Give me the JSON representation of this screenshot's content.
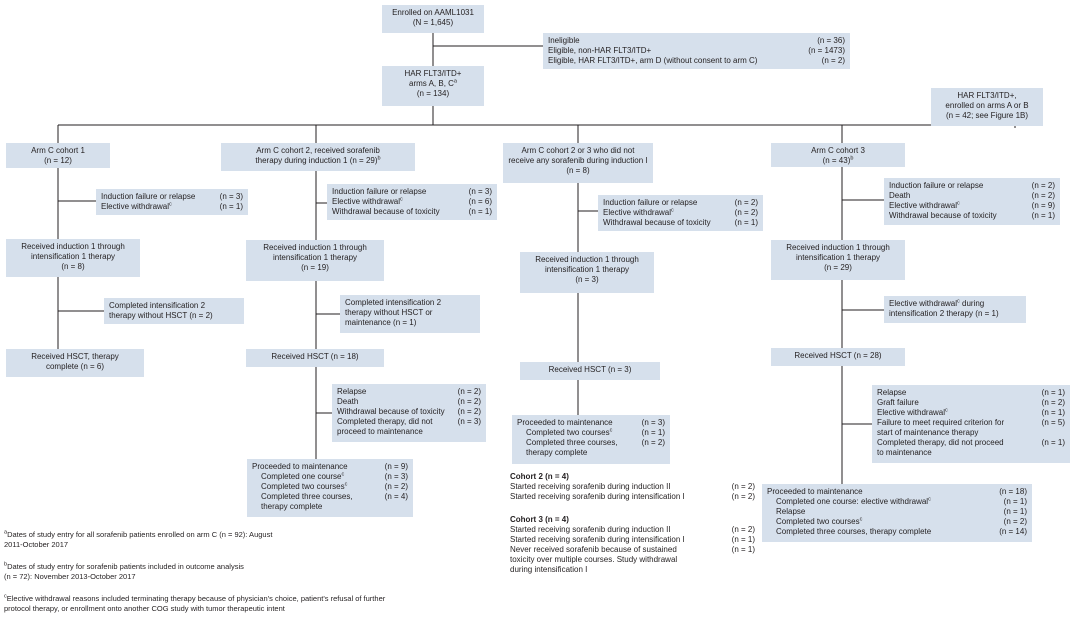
{
  "enrolled": {
    "line1": "Enrolled on AAML1031",
    "line2": "(N = 1,645)"
  },
  "excluded": [
    {
      "label": "Ineligible",
      "n": "(n = 36)"
    },
    {
      "label": "Eligible, non-HAR FLT3/ITD+",
      "n": "(n = 1473)"
    },
    {
      "label": "Eligible, HAR FLT3/ITD+, arm D (without consent to arm C)",
      "n": "(n = 2)"
    }
  ],
  "har": {
    "line1": "HAR FLT3/ITD+",
    "line2": "arms A, B, C",
    "sup": "a",
    "line3": "(n = 134)"
  },
  "har_ab": {
    "line1": "HAR FLT3/ITD+,",
    "line2": "enrolled on arms A or B",
    "line3": "(n = 42; see Figure 1B)"
  },
  "cohort1": {
    "title": "Arm C cohort 1",
    "n": "(n = 12)",
    "off1": [
      {
        "label": "Induction failure or relapse",
        "n": "(n = 3)"
      },
      {
        "label": "Elective withdrawal",
        "sup": "c",
        "n": "(n = 1)"
      }
    ],
    "step2": [
      "Received induction 1 through",
      "intensification 1 therapy",
      "(n = 8)"
    ],
    "off2": [
      "Completed intensification 2",
      "therapy without HSCT (n = 2)"
    ],
    "step3": [
      "Received  HSCT, therapy",
      "complete (n = 6)"
    ]
  },
  "cohort2": {
    "title1": "Arm C cohort 2, received sorafenib",
    "title2": "therapy during induction 1 (n = 29)",
    "sup": "b",
    "off1": [
      {
        "label": "Induction failure or relapse",
        "n": "(n = 3)"
      },
      {
        "label": "Elective withdrawal",
        "sup": "c",
        "n": "(n = 6)"
      },
      {
        "label": "Withdrawal because of toxicity",
        "n": "(n = 1)"
      }
    ],
    "step2": [
      "Received induction 1 through",
      "intensification 1 therapy",
      "(n = 19)"
    ],
    "off2": [
      "Completed intensification 2",
      "therapy without HSCT or",
      "maintenance (n = 1)"
    ],
    "step3": "Received HSCT (n = 18)",
    "off3": [
      {
        "label": "Relapse",
        "n": "(n = 2)"
      },
      {
        "label": "Death",
        "n": "(n = 2)"
      },
      {
        "label": "Withdrawal because of toxicity",
        "n": "(n = 2)"
      },
      {
        "label": "Completed therapy, did not",
        "n": "(n = 3)"
      },
      {
        "label": "proceed to maintenance",
        "n": ""
      }
    ],
    "maint": [
      {
        "label": "Proceeded to maintenance",
        "n": "(n = 9)",
        "indent": false
      },
      {
        "label": "Completed one course",
        "sup": "c",
        "n": "(n = 3)",
        "indent": true
      },
      {
        "label": "Completed two courses",
        "sup": "c",
        "n": "(n = 2)",
        "indent": true
      },
      {
        "label": "Completed three courses,",
        "n": "(n = 4)",
        "indent": true
      },
      {
        "label": "therapy complete",
        "n": "",
        "indent": true
      }
    ]
  },
  "cohort23": {
    "title1": "Arm C cohort 2 or 3 who did not",
    "title2": "receive any sorafenib during induction I",
    "n": "(n = 8)",
    "off1": [
      {
        "label": "Induction failure or relapse",
        "n": "(n = 2)"
      },
      {
        "label": "Elective withdrawal",
        "sup": "c",
        "n": "(n = 2)"
      },
      {
        "label": "Withdrawal because of toxicity",
        "n": "(n = 1)"
      }
    ],
    "step2": [
      "Received induction 1 through",
      "intensification 1 therapy",
      "(n = 3)"
    ],
    "step3": "Received HSCT (n = 3)",
    "maint": [
      {
        "label": "Proceeded to maintenance",
        "n": "(n = 3)",
        "indent": false
      },
      {
        "label": "Completed two courses",
        "sup": "c",
        "n": "(n = 1)",
        "indent": true
      },
      {
        "label": "Completed three courses,",
        "n": "(n = 2)",
        "indent": true
      },
      {
        "label": "therapy complete",
        "n": "",
        "indent": true
      }
    ],
    "c2_title": "Cohort 2 (n = 4)",
    "c2_rows": [
      {
        "label": "Started receiving sorafenib during induction II",
        "n": "(n = 2)"
      },
      {
        "label": "Started receiving sorafenib during intensification I",
        "n": "(n = 2)"
      }
    ],
    "c3_title": "Cohort 3 (n = 4)",
    "c3_rows": [
      {
        "label": "Started receiving sorafenib during induction II",
        "n": "(n = 2)"
      },
      {
        "label": "Started receiving sorafenib during intensification I",
        "n": "(n = 1)"
      },
      {
        "label": "Never received sorafenib because of sustained",
        "n": "(n = 1)"
      },
      {
        "label": "toxicity over multiple courses. Study withdrawal",
        "n": ""
      },
      {
        "label": "during intensification I",
        "n": ""
      }
    ]
  },
  "cohort3": {
    "title": "Arm C cohort 3",
    "n": "(n = 43)",
    "sup": "b",
    "off1": [
      {
        "label": "Induction failure or relapse",
        "n": "(n = 2)"
      },
      {
        "label": "Death",
        "n": "(n = 2)"
      },
      {
        "label": "Elective withdrawal",
        "sup": "c",
        "n": "(n = 9)"
      },
      {
        "label": "Withdrawal because of toxicity",
        "n": "(n = 1)"
      }
    ],
    "step2": [
      "Received induction 1 through",
      "intensification 1 therapy",
      "(n = 29)"
    ],
    "off2a": "Elective withdrawal",
    "off2sup": "c",
    "off2b": " during",
    "off2c": "intensification 2 therapy (n = 1)",
    "step3": "Received HSCT (n = 28)",
    "off3": [
      {
        "label": "Relapse",
        "n": "(n = 1)"
      },
      {
        "label": "Graft failure",
        "n": "(n = 2)"
      },
      {
        "label": "Elective withdrawal",
        "sup": "c",
        "n": "(n = 1)"
      },
      {
        "label": "Failure to meet required criterion for",
        "n": "(n = 5)"
      },
      {
        "label": "start of maintenance therapy",
        "n": ""
      },
      {
        "label": "Completed therapy, did not proceed",
        "n": "(n = 1)"
      },
      {
        "label": "to maintenance",
        "n": ""
      }
    ],
    "maint": [
      {
        "label": "Proceeded to maintenance",
        "n": "(n = 18)",
        "indent": false
      },
      {
        "label": "Completed one course: elective withdrawal",
        "sup": "c",
        "n": "(n = 1)",
        "indent": true
      },
      {
        "label": "Relapse",
        "n": "(n = 1)",
        "indent": true
      },
      {
        "label": "Completed two courses",
        "sup": "c",
        "n": "(n = 2)",
        "indent": true
      },
      {
        "label": "Completed three courses, therapy complete",
        "n": "(n = 14)",
        "indent": true
      }
    ]
  },
  "footnotes": {
    "a": {
      "mark": "a",
      "l1": "Dates of study entry for all sorafenib patients enrolled on arm C (n = 92): August",
      "l2": "2011-October 2017"
    },
    "b": {
      "mark": "b",
      "l1": "Dates of study entry for sorafenib patients included in outcome analysis",
      "l2": "(n = 72): November 2013-October 2017"
    },
    "c": {
      "mark": "c",
      "l1": "Elective withdrawal reasons included terminating therapy because of physician's choice, patient's refusal of further",
      "l2": "protocol therapy, or enrollment onto another COG study with tumor therapeutic intent"
    }
  },
  "style": {
    "box_fill": "#d6e0ec",
    "line_color": "#231f20"
  }
}
